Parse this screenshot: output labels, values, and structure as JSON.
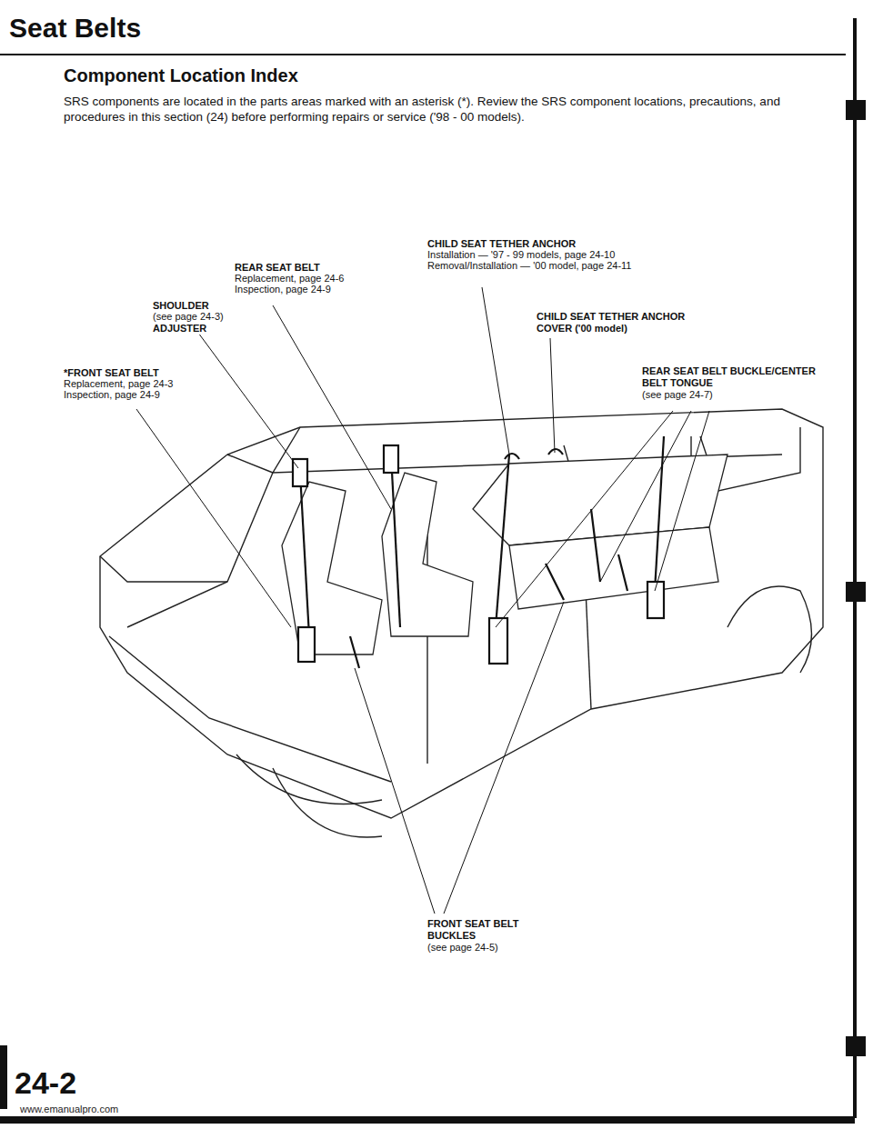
{
  "diagram": {
    "title": "Seat Belts",
    "labels": [
      "Component Location Index",
      "SRS components are located in the parts areas marked with an asterisk (*). Review the SRS component locations, precautions, and procedures in this section (24) before performing repairs or service ('98 - 00 models).",
      "REAR SEAT BELT",
      "Replacement, page 24-6",
      "Inspection, page 24-9",
      "CHILD SEAT TETHER ANCHOR",
      "Installation — '97 - 99 models, page 24-10",
      "Removal/Installation — '00 model, page 24-11",
      "SHOULDER ANCHOR ADJUSTER",
      "(see page 24-3)",
      "CHILD SEAT TETHER ANCHOR COVER ('00 model)",
      "REAR SEAT BELT BUCKLE/CENTER BELT TONGUE",
      "(see page 24-7)",
      "*FRONT SEAT BELT",
      "Replacement, page 24-3",
      "Inspection, page 24-9",
      "FRONT SEAT BELT BUCKLES",
      "(see page 24-5)",
      "24-2",
      "www.emanualpro.com"
    ]
  }
}
